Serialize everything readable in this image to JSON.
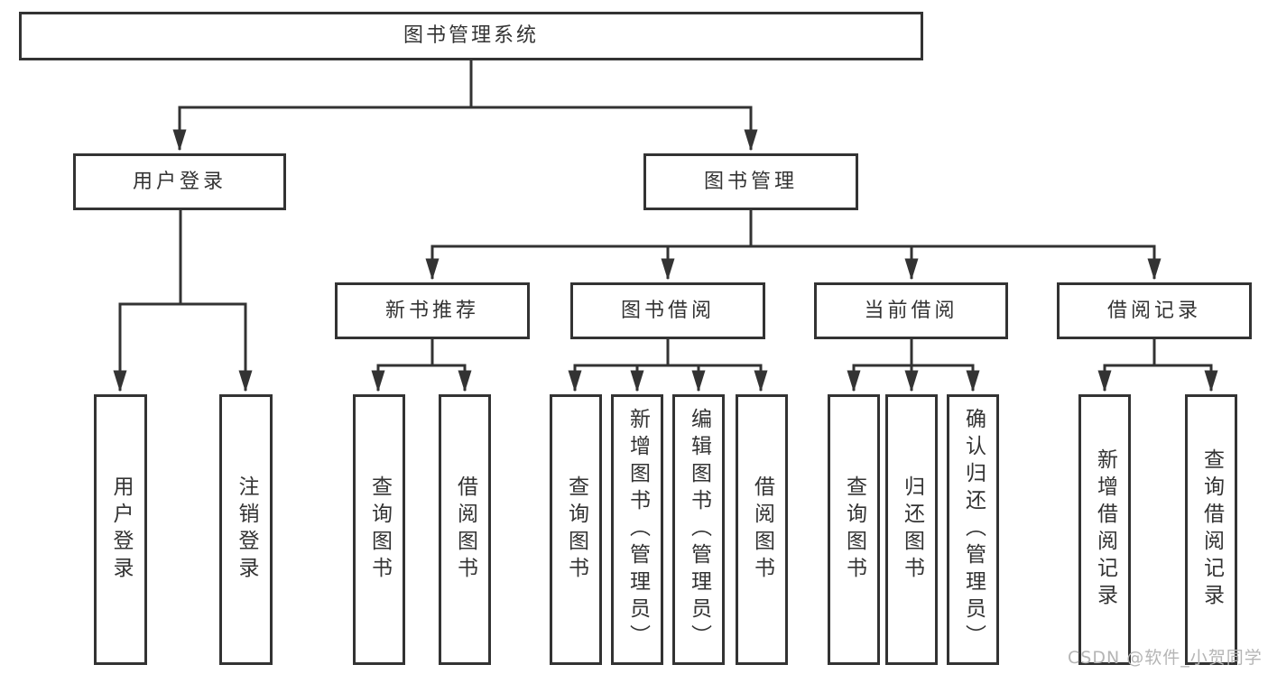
{
  "diagram_type": "hierarchy-tree",
  "tree": {
    "label": "图书管理系统",
    "children": [
      {
        "label": "用户登录",
        "children": [
          {
            "label": "用户登录"
          },
          {
            "label": "注销登录"
          }
        ]
      },
      {
        "label": "图书管理",
        "children": [
          {
            "label": "新书推荐",
            "children": [
              {
                "label": "查询图书"
              },
              {
                "label": "借阅图书"
              }
            ]
          },
          {
            "label": "图书借阅",
            "children": [
              {
                "label": "查询图书"
              },
              {
                "label": "新增图书（管理员）"
              },
              {
                "label": "编辑图书（管理员）"
              },
              {
                "label": "借阅图书"
              }
            ]
          },
          {
            "label": "当前借阅",
            "children": [
              {
                "label": "查询图书"
              },
              {
                "label": "归还图书"
              },
              {
                "label": "确认归还（管理员）"
              }
            ]
          },
          {
            "label": "借阅记录",
            "children": [
              {
                "label": "新增借阅记录"
              },
              {
                "label": "查询借阅记录"
              }
            ]
          }
        ]
      }
    ]
  },
  "watermark": {
    "text": "CSDN @软件_小贺同学"
  },
  "colors": {
    "line": "#333333",
    "border": "#333333",
    "text": "#333333",
    "watermark_text": "#b5b5b5",
    "background": "#ffffff"
  }
}
